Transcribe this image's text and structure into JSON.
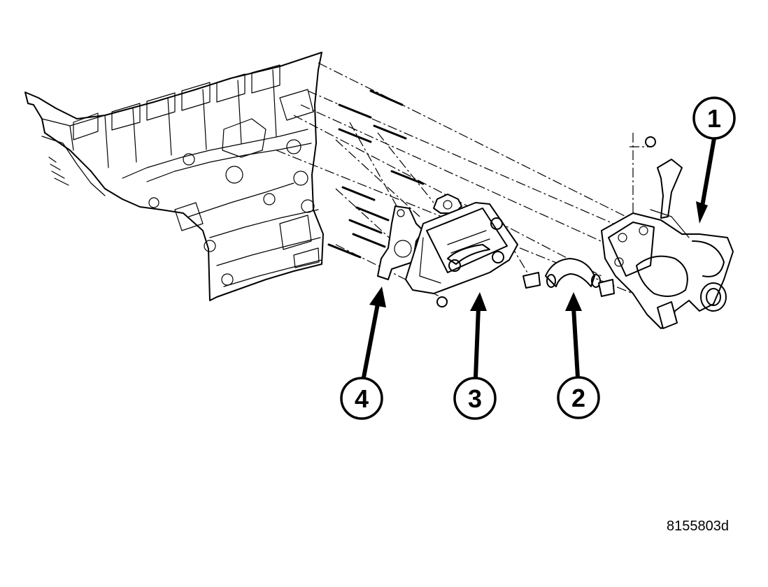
{
  "figure_id": "8155803d",
  "callouts": [
    {
      "number": "1"
    },
    {
      "number": "2"
    },
    {
      "number": "3"
    },
    {
      "number": "4"
    }
  ]
}
